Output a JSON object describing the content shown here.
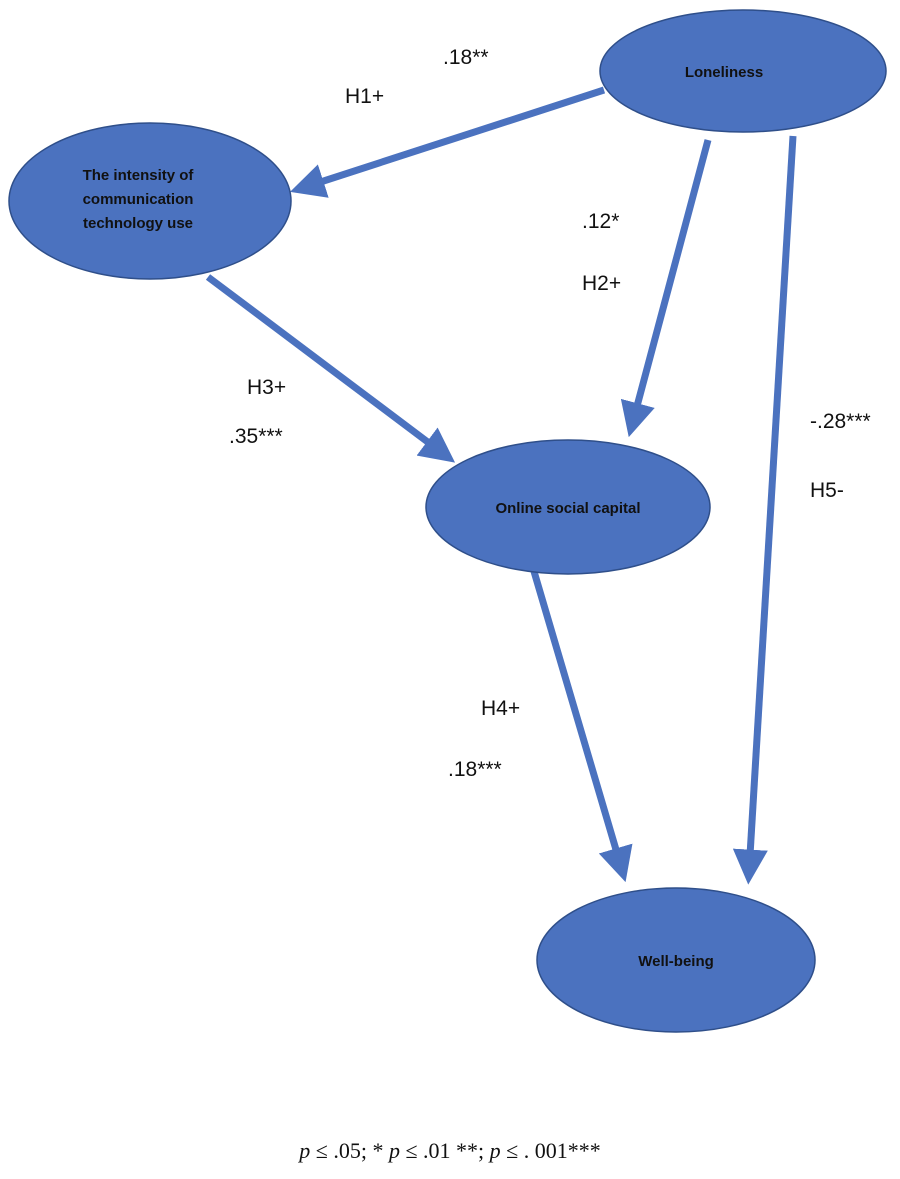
{
  "nodes": {
    "loneliness": {
      "label": "Loneliness"
    },
    "intensity": {
      "lines": [
        "The intensity of",
        "communication",
        "technology use"
      ]
    },
    "online_social_capital": {
      "label": "Online social capital"
    },
    "well_being": {
      "label": "Well-being"
    }
  },
  "edges": {
    "h1": {
      "hypothesis": "H1+",
      "coefficient": ".18**",
      "from": "Loneliness",
      "to": "The intensity of communication technology use"
    },
    "h2": {
      "hypothesis": "H2+",
      "coefficient": ".12*",
      "from": "Loneliness",
      "to": "Online social capital"
    },
    "h3": {
      "hypothesis": "H3+",
      "coefficient": ".35***",
      "from": "The intensity of communication technology use",
      "to": "Online social capital"
    },
    "h4": {
      "hypothesis": "H4+",
      "coefficient": ".18***",
      "from": "Online social capital",
      "to": "Well-being"
    },
    "h5": {
      "hypothesis": "H5-",
      "coefficient": "-.28***",
      "from": "Loneliness",
      "to": "Well-being"
    }
  },
  "legend": {
    "p1": "p",
    "t1": " ≤ .05; * ",
    "p2": "p",
    "t2": " ≤ .01 **; ",
    "p3": "p",
    "t3": " ≤ . 001***"
  },
  "colors": {
    "node_fill": "#4b72bf",
    "edge": "#4b72bf",
    "text": "#111111"
  }
}
